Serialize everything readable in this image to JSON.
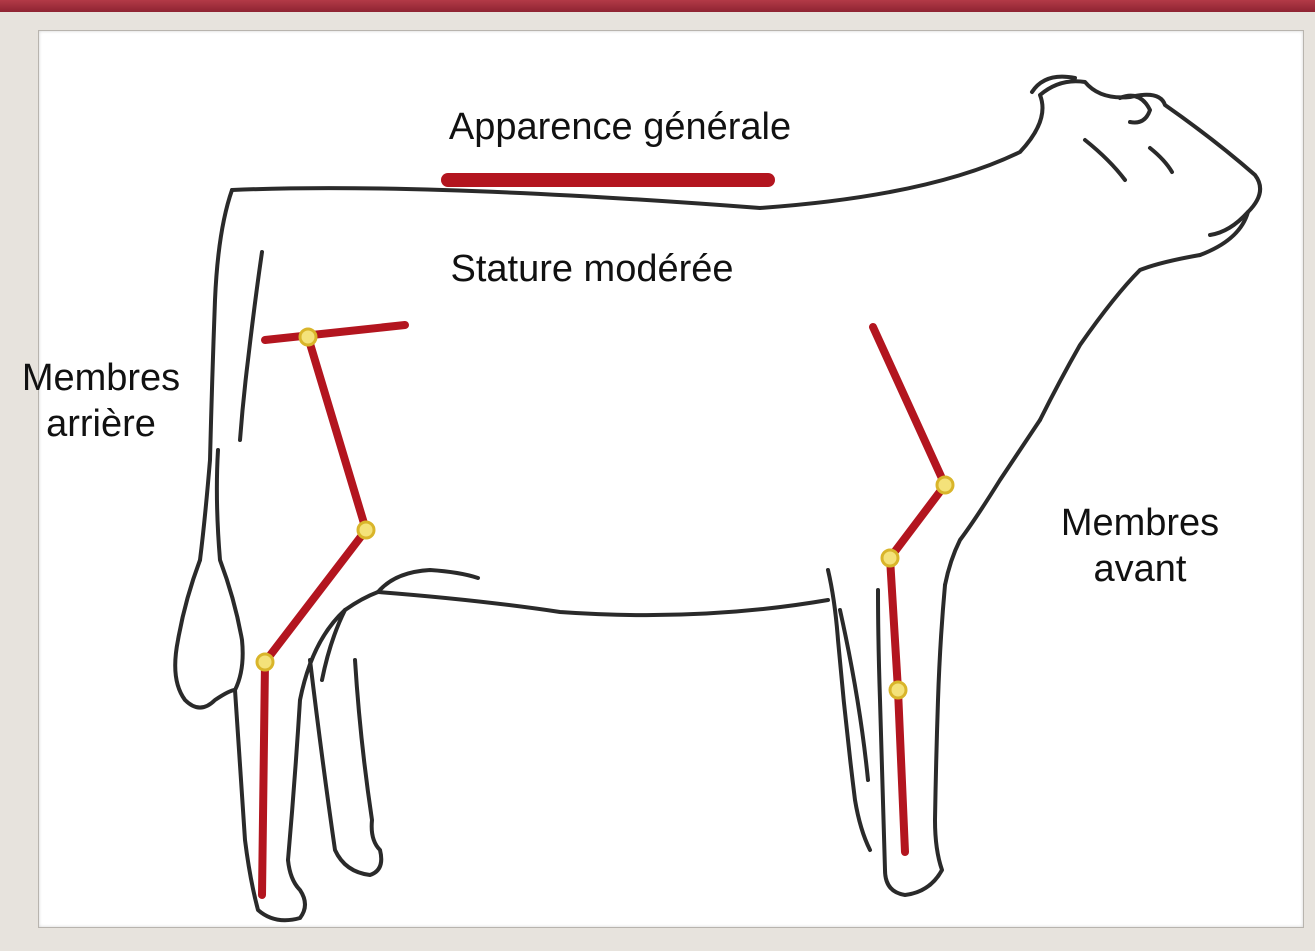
{
  "diagram": {
    "labels": {
      "general_appearance": "Apparence générale",
      "moderate_stature": "Stature modérée",
      "hind_limbs": [
        "Membres",
        "arrière"
      ],
      "front_limbs": [
        "Membres",
        "avant"
      ]
    },
    "colors": {
      "background": "#e7e3dd",
      "top_bar": "#a0303d",
      "outline": "#2a2a2a",
      "angle_lines": "#b3151f",
      "joints": "#f0d040"
    }
  }
}
